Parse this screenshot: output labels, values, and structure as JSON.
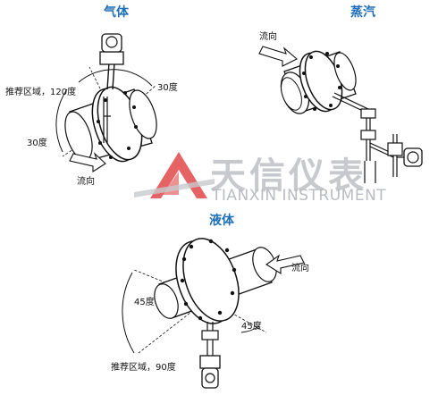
{
  "panels": {
    "gas": {
      "title": "气体",
      "recommended_label": "推荐区域，120度",
      "angle_a": "30度",
      "angle_b": "30度",
      "flow_label": "流向"
    },
    "steam": {
      "title": "蒸汽",
      "flow_label": "流向"
    },
    "liquid": {
      "title": "液体",
      "angle_a": "45度",
      "angle_b": "45度",
      "recommended_label": "推荐区域，90度",
      "flow_label": "流向"
    }
  },
  "watermark": {
    "cn": "天信仪表",
    "en": "TIANXIN INSTRUMENT"
  },
  "colors": {
    "title": "#1f6fb8",
    "watermark_red": "#e0464a",
    "watermark_gray": "#c7c9cc",
    "line": "#111111"
  }
}
